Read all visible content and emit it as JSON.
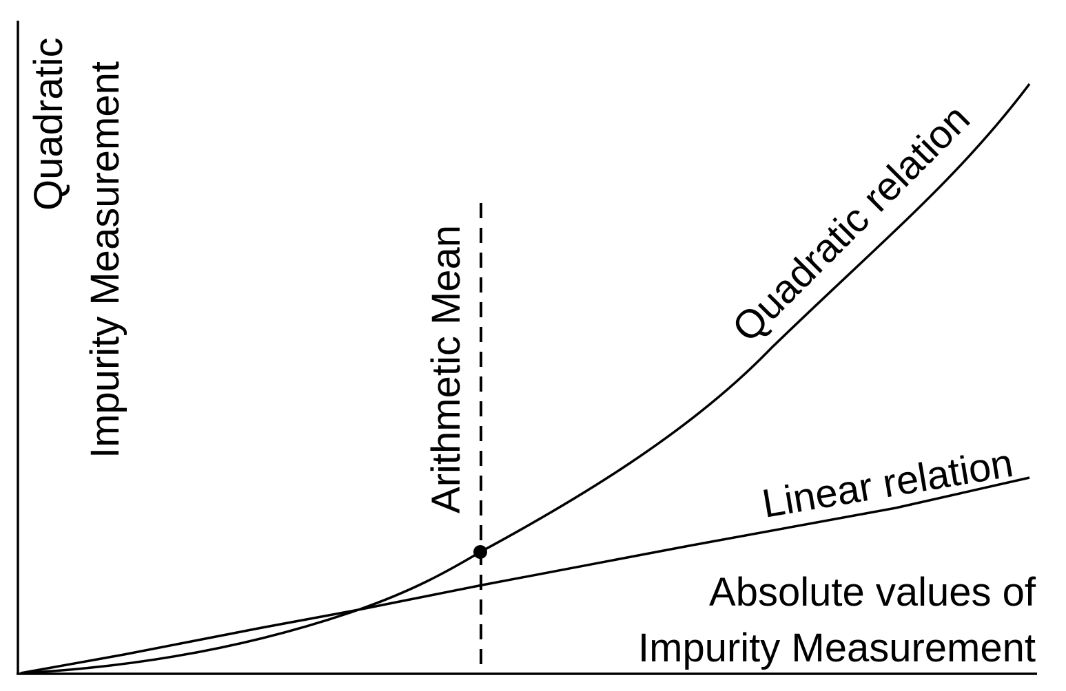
{
  "diagram": {
    "y_axis_label_line1": "Quadratic",
    "y_axis_label_line2": "Impurity Measurement",
    "x_axis_label_line1": "Absolute values of",
    "x_axis_label_line2": "Impurity Measurement",
    "mean_label": "Arithmetic Mean",
    "quadratic_label": "Quadratic relation",
    "linear_label": "Linear relation",
    "colors": {
      "ink": "#000000",
      "background": "#ffffff"
    }
  }
}
